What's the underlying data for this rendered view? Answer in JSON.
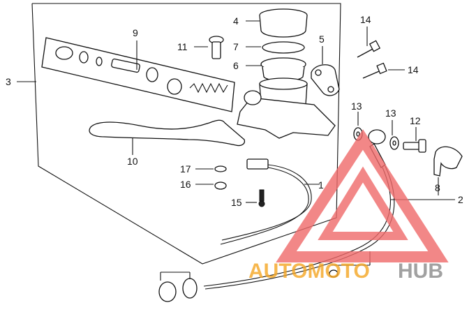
{
  "callouts": {
    "c1": "1",
    "c2": "2",
    "c3": "3",
    "c4": "4",
    "c5": "5",
    "c6": "6",
    "c7": "7",
    "c8": "8",
    "c9": "9",
    "c10": "10",
    "c11": "11",
    "c12": "12",
    "c13a": "13",
    "c13b": "13",
    "c14a": "14",
    "c14b": "14",
    "c15": "15",
    "c16": "16",
    "c17": "17"
  },
  "watermark": {
    "part1": "AUTOMOTO",
    "part2": "HUB",
    "color_red": "#f06a6a",
    "color_orange": "#f5a623",
    "color_gray": "#8a8a8a"
  }
}
